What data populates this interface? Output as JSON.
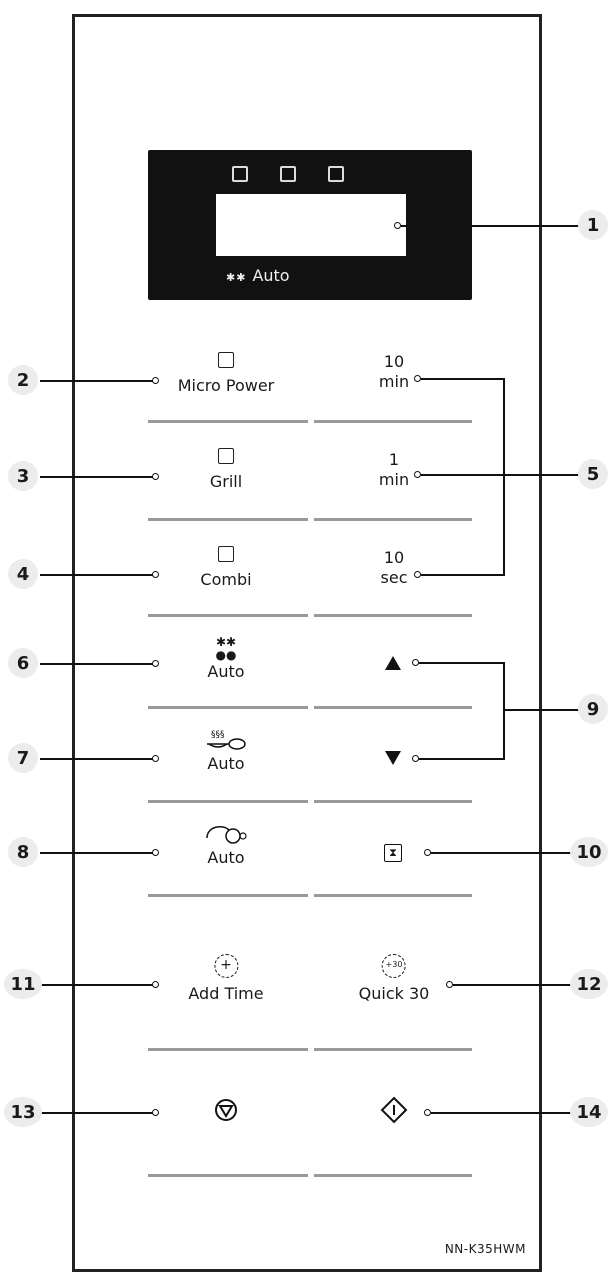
{
  "display": {
    "auto_label": "Auto"
  },
  "buttons": {
    "micro_power": "Micro Power",
    "grill": "Grill",
    "combi": "Combi",
    "auto_defrost": "Auto",
    "auto_cook": "Auto",
    "auto_grill": "Auto",
    "add_time": "Add Time",
    "quick_30": "Quick 30",
    "ten_min_num": "10",
    "ten_min_unit": "min",
    "one_min_num": "1",
    "one_min_unit": "min",
    "ten_sec_num": "10",
    "ten_sec_unit": "sec",
    "quick_30_icon_text": "+30",
    "add_time_icon_text": "+"
  },
  "callouts": [
    "1",
    "2",
    "3",
    "4",
    "5",
    "6",
    "7",
    "8",
    "9",
    "10",
    "11",
    "12",
    "13",
    "14"
  ],
  "model": "NN-K35HWM"
}
